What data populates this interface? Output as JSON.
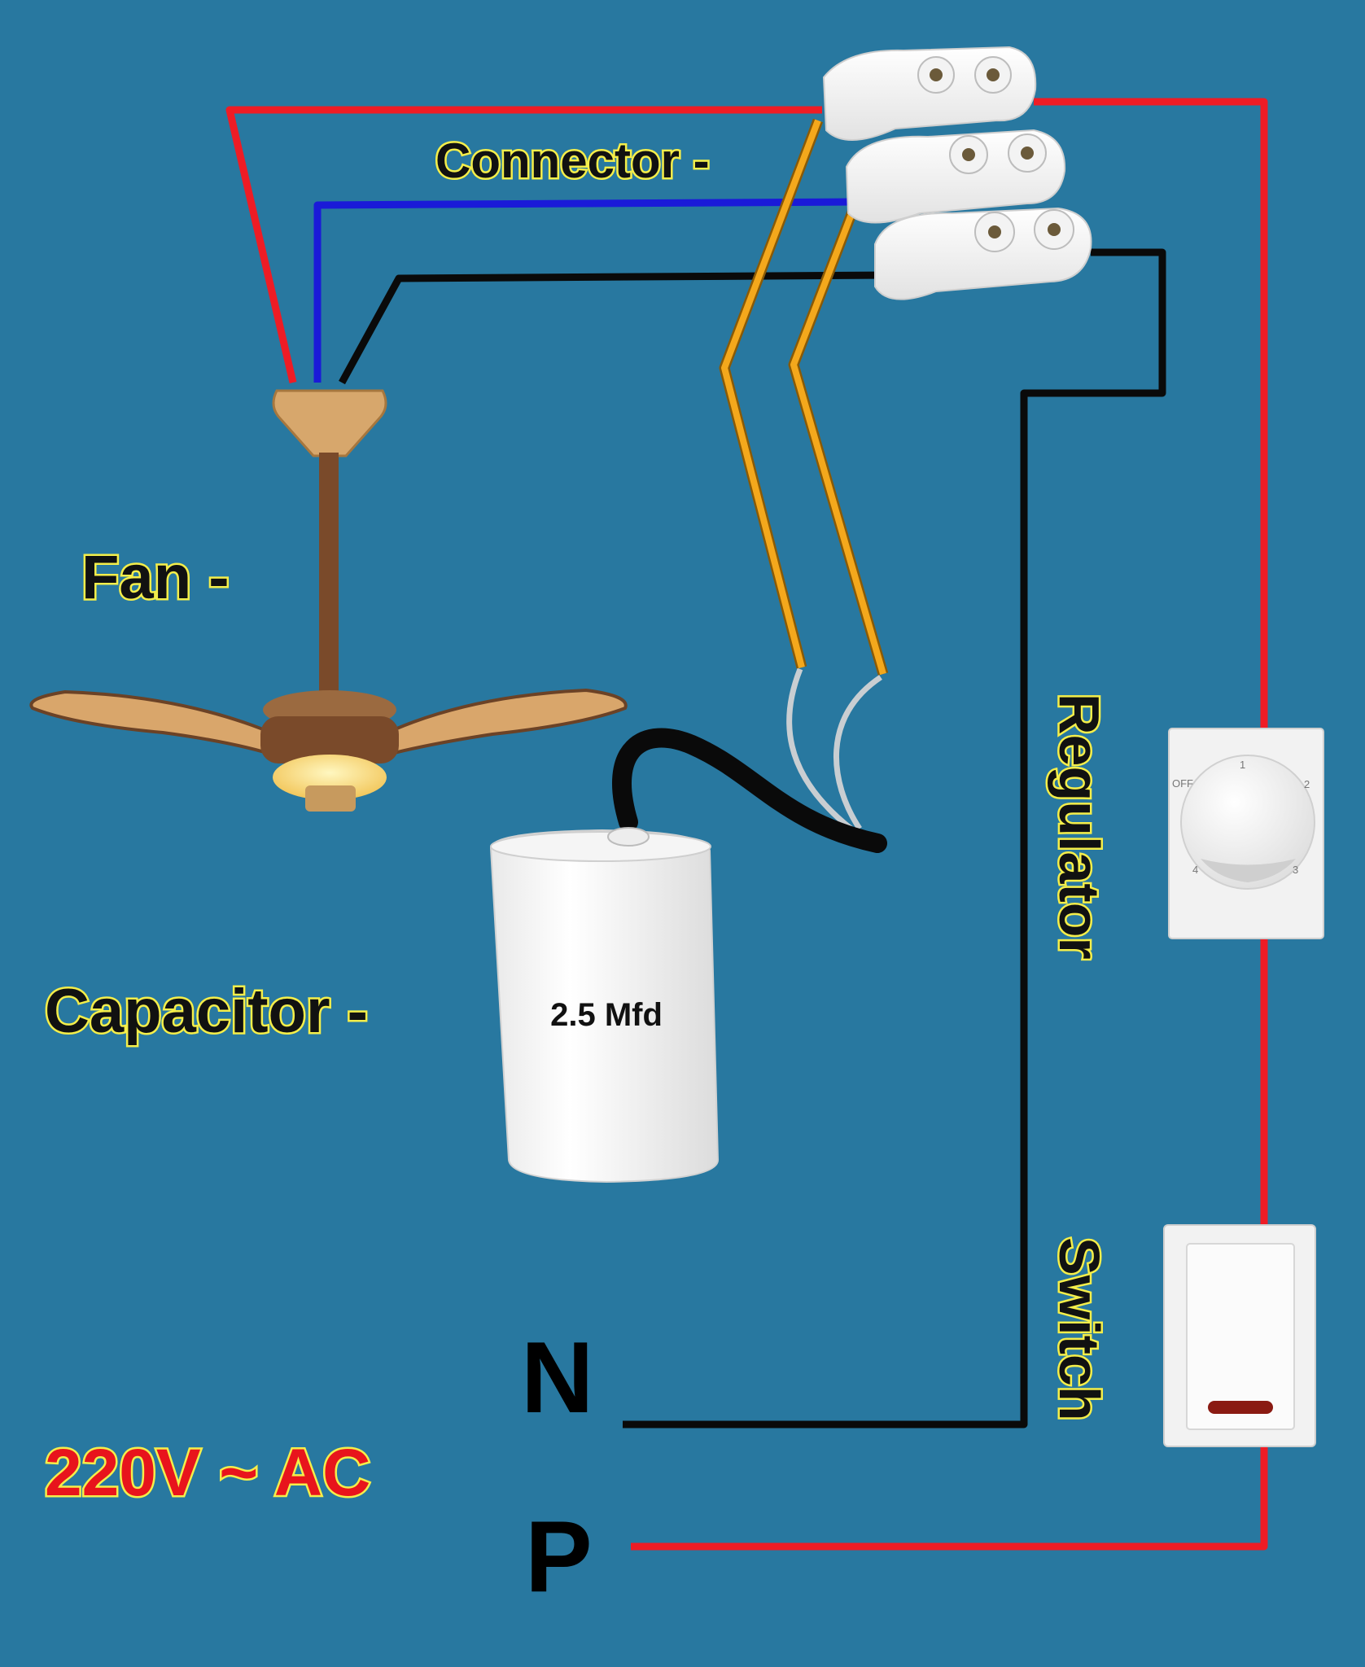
{
  "labels": {
    "connector": "Connector -",
    "fan": "Fan -",
    "capacitor": "Capacitor -",
    "regulator": "Regulator",
    "switch": "Switch",
    "neutral": "N",
    "phase": "P",
    "supply": "220V ~ AC"
  },
  "capacitor": {
    "rating": "2.5 Mfd"
  },
  "regulator_dial": {
    "off": "OFF",
    "s1": "1",
    "s2": "2",
    "s3": "3",
    "s4": "4"
  },
  "colors": {
    "background": "#2878a0",
    "phase_wire": "#ee1c25",
    "neutral_wire": "#0a0a0a",
    "fan_wire": "#1a1ad8",
    "capacitor_wire": "#f4a81c",
    "label_outline": "#f4ee4a",
    "supply_text": "#e8141c"
  }
}
